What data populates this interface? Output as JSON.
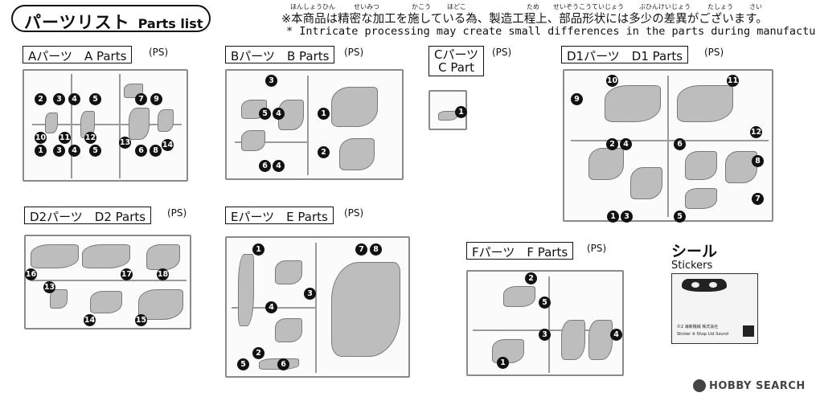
{
  "header": {
    "title_jp": "パーツリスト",
    "title_en": "Parts list",
    "note_jp": "※本商品は精密な加工を施している為、製造工程上、部品形状には多少の差異がございます。",
    "note_en": "* Intricate processing may create small differences in the parts during manufacturing.",
    "ruby": [
      "ほんしょうひん",
      "せいみつ",
      "かこう",
      "ほどこ",
      "ため",
      "せいぞうこうていじょう",
      "ぶひんけいじょう",
      "たしょう",
      "さい"
    ]
  },
  "parts": [
    {
      "label": "Aパーツ　A Parts",
      "material": "(PS)",
      "numbers": [
        "1",
        "2",
        "3",
        "4",
        "5",
        "6",
        "7",
        "8",
        "9",
        "10",
        "11",
        "12",
        "13",
        "14"
      ]
    },
    {
      "label": "Bパーツ　B Parts",
      "material": "(PS)",
      "numbers": [
        "1",
        "2",
        "3",
        "4",
        "5",
        "6"
      ]
    },
    {
      "label": "Cパーツ",
      "label2": "C Part",
      "material": "(PS)",
      "numbers": [
        "1"
      ]
    },
    {
      "label": "D1パーツ　D1 Parts",
      "material": "(PS)",
      "numbers": [
        "1",
        "2",
        "3",
        "4",
        "5",
        "6",
        "7",
        "8",
        "9",
        "10",
        "11",
        "12"
      ]
    },
    {
      "label": "D2パーツ　D2 Parts",
      "material": "(PS)",
      "numbers": [
        "13",
        "14",
        "15",
        "16",
        "17",
        "18"
      ]
    },
    {
      "label": "Eパーツ　E Parts",
      "material": "(PS)",
      "numbers": [
        "1",
        "2",
        "3",
        "4",
        "5",
        "6",
        "7",
        "8"
      ]
    },
    {
      "label": "Fパーツ　F Parts",
      "material": "(PS)",
      "numbers": [
        "1",
        "2",
        "3",
        "4",
        "5"
      ]
    }
  ],
  "stickers": {
    "title_jp": "シール",
    "title_en": "Stickers",
    "sheet_text_1": "©2 海新機械 株式会社",
    "sheet_text_2": "Sticker ※ Shop Ltd Sound"
  },
  "watermark": "HOBBY SEARCH"
}
